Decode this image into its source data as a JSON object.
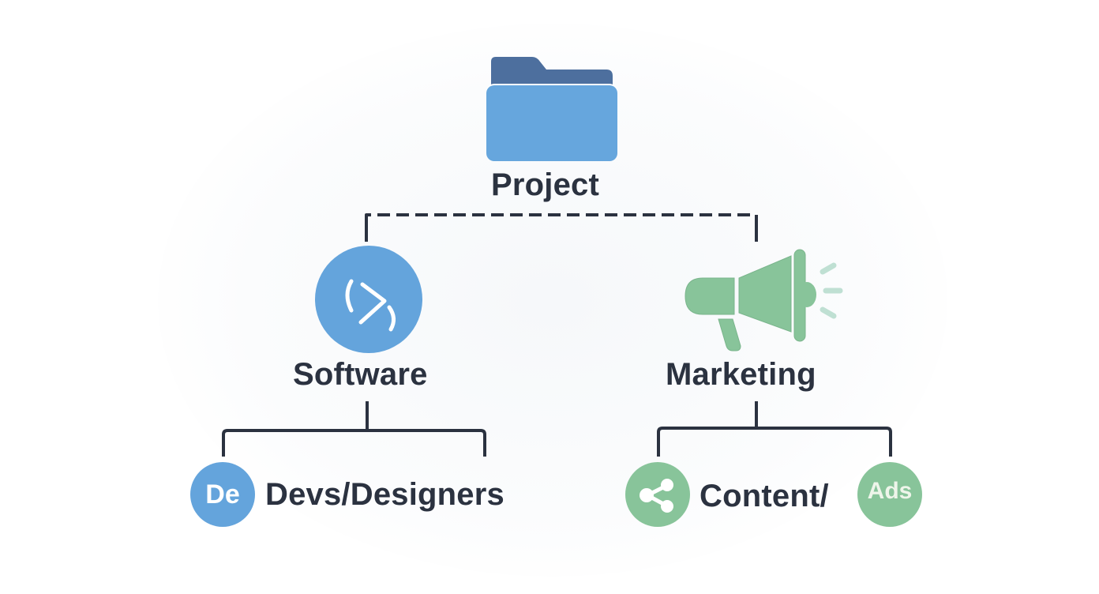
{
  "diagram": {
    "type": "hierarchy",
    "root": {
      "label": "Project",
      "icon": "folder-icon",
      "color_back": "#4d6f9e",
      "color_front": "#66a6dd"
    },
    "connector_root": {
      "style": "dashed",
      "color": "#2b3240"
    },
    "branches": [
      {
        "label": "Software",
        "icon": "code-brackets-icon",
        "color": "#64a4dc",
        "children_label": "Devs/Designers",
        "child_badge_text": "De",
        "child_badge_color": "#64a4dc"
      },
      {
        "label": "Marketing",
        "icon": "megaphone-icon",
        "color": "#88c49a",
        "children_label": "Content/",
        "child_badge_icon": "share-icon",
        "child_badge_color": "#88c49a",
        "child_badge2_text": "Ads",
        "child_badge2_color": "#88c49a"
      }
    ],
    "text_color": "#2b3240"
  }
}
